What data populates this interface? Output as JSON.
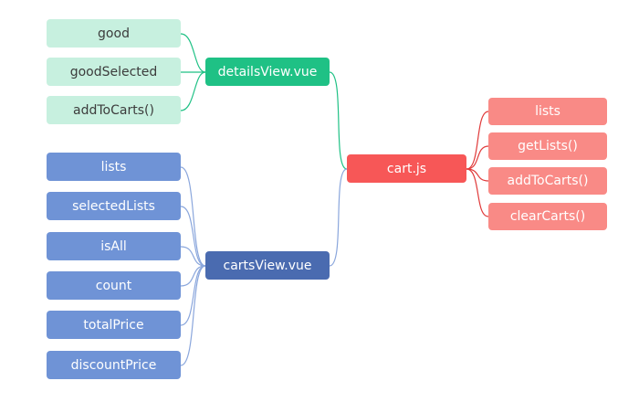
{
  "colors": {
    "green_leaf": "#c7f0df",
    "green_mid": "#1fc185",
    "green_line": "#1fc185",
    "blue_leaf": "#6f93d6",
    "blue_mid": "#4a6bb0",
    "blue_line": "#8aa6dc",
    "red_leaf": "#f98a86",
    "red_root": "#f75757",
    "red_line": "#e03b3b"
  },
  "root": {
    "label": "cart.js"
  },
  "details": {
    "label": "detailsView.vue",
    "children": [
      "good",
      "goodSelected",
      "addToCarts()"
    ]
  },
  "carts": {
    "label": "cartsView.vue",
    "children": [
      "lists",
      "selectedLists",
      "isAll",
      "count",
      "totalPrice",
      "discountPrice"
    ]
  },
  "store": {
    "children": [
      "lists",
      "getLists()",
      "addToCarts()",
      "clearCarts()"
    ]
  }
}
